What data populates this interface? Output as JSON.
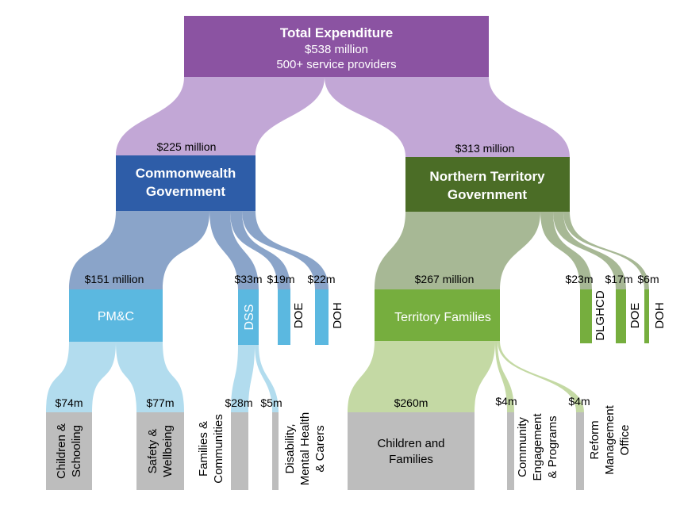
{
  "colors": {
    "root": "#8b53a2",
    "root_flow": "#c2a7d6",
    "cw": "#2e5da8",
    "cw_flow": "#8aa4c9",
    "cw_leaf": "#5bb8e0",
    "cw_leaf_flow": "#b2dcee",
    "nt": "#4b6d26",
    "nt_flow": "#a7b895",
    "tf": "#76ae3e",
    "tf_flow": "#c4d9a4",
    "grey": "#bdbdbd"
  },
  "root": {
    "title": "Total Expenditure",
    "amount": "$538 million",
    "providers": "500+ service providers"
  },
  "commonwealth": {
    "amount": "$225 million",
    "name_line1": "Commonwealth",
    "name_line2": "Government",
    "pmc": {
      "amount": "$151 million",
      "name": "PM&C"
    },
    "dss": {
      "amount": "$33m",
      "name": "DSS"
    },
    "doe": {
      "amount": "$19m",
      "name": "DOE"
    },
    "doh": {
      "amount": "$22m",
      "name": "DOH"
    },
    "children_schooling": {
      "amount": "$74m",
      "line1": "Children &",
      "line2": "Schooling"
    },
    "safety_wellbeing": {
      "amount": "$77m",
      "line1": "Safety &",
      "line2": "Wellbeing"
    },
    "families_communities": {
      "amount": "$28m",
      "line1": "Families &",
      "line2": "Communities"
    },
    "disability": {
      "amount": "$5m",
      "line1": "Disability,",
      "line2": "Mental Health",
      "line3": "& Carers"
    }
  },
  "northern_territory": {
    "amount": "$313 million",
    "name_line1": "Northern Territory",
    "name_line2": "Government",
    "tf": {
      "amount": "$267 million",
      "name": "Territory Families"
    },
    "dlghcd": {
      "amount": "$23m",
      "name": "DLGHCD"
    },
    "doe": {
      "amount": "$17m",
      "name": "DOE"
    },
    "doh": {
      "amount": "$6m",
      "name": "DOH"
    },
    "children_families": {
      "amount": "$260m",
      "line1": "Children and",
      "line2": "Families"
    },
    "community": {
      "amount": "$4m",
      "line1": "Community",
      "line2": "Engagement",
      "line3": "& Programs"
    },
    "reform": {
      "amount": "$4m",
      "line1": "Reform",
      "line2": "Management",
      "line3": "Office"
    }
  }
}
